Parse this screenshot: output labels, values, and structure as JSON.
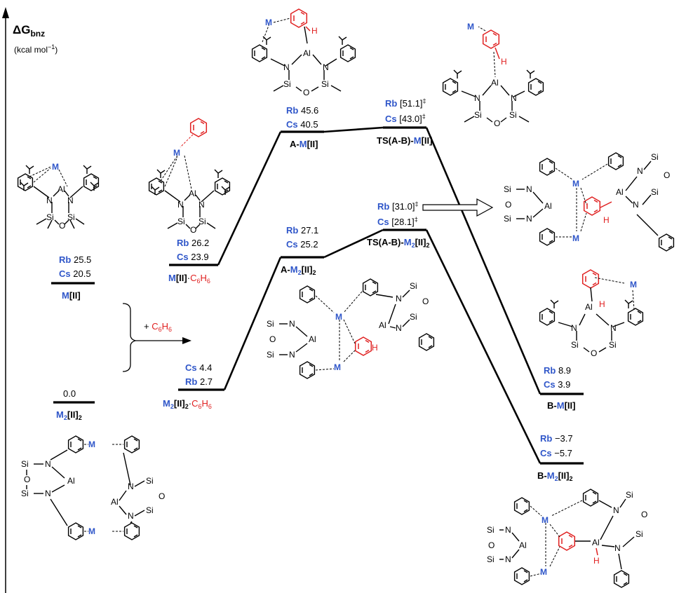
{
  "axis": {
    "title_main": "ΔG",
    "title_sub": "bnz",
    "unit": "(kcal mol",
    "unit_sup": "−1",
    "unit_close": ")"
  },
  "states": {
    "m2ii2": {
      "value": "0.0",
      "name_m": "M",
      "name_sub": "2",
      "name_bracket": "[II]",
      "name_sub2": "2"
    },
    "mii": {
      "rb_label": "Rb",
      "rb": "25.5",
      "cs_label": "Cs",
      "cs": "20.5",
      "name_m": "M",
      "name_bracket": "[II]"
    },
    "mii_c6h6": {
      "rb_label": "Rb",
      "rb": "26.2",
      "cs_label": "Cs",
      "cs": "23.9",
      "name_m": "M",
      "name_bracket": "[II]",
      "dot": "·",
      "benz": "C",
      "benz_sub1": "6",
      "benz_h": "H",
      "benz_sub2": "6"
    },
    "m2_c6h6": {
      "cs_label": "Cs",
      "cs": "4.4",
      "rb_label": "Rb",
      "rb": "2.7",
      "name_m": "M",
      "name_sub": "2",
      "name_bracket": "[II]",
      "name_sub2": "2",
      "dot": "·",
      "benz": "C",
      "benz_sub1": "6",
      "benz_h": "H",
      "benz_sub2": "6"
    },
    "a_mii": {
      "rb_label": "Rb",
      "rb": "45.6",
      "cs_label": "Cs",
      "cs": "40.5",
      "prefix": "A-",
      "name_m": "M",
      "name_bracket": "[II]"
    },
    "a_m2ii2": {
      "rb_label": "Rb",
      "rb": "27.1",
      "cs_label": "Cs",
      "cs": "25.2",
      "prefix": "A-",
      "name_m": "M",
      "name_sub": "2",
      "name_bracket": "[II]",
      "name_sub2": "2"
    },
    "ts_mii": {
      "rb_label": "Rb",
      "rb": "[51.1]",
      "cs_label": "Cs",
      "cs": "[43.0]",
      "dagger": "‡",
      "prefix": "TS(A-B)-",
      "name_m": "M",
      "name_bracket": "[II]"
    },
    "ts_m2ii2": {
      "rb_label": "Rb",
      "rb": "[31.0]",
      "cs_label": "Cs",
      "cs": "[28.1]",
      "dagger": "‡",
      "prefix": "TS(A-B)-",
      "name_m": "M",
      "name_sub": "2",
      "name_bracket": "[II]",
      "name_sub2": "2"
    },
    "b_mii": {
      "rb_label": "Rb",
      "rb": "8.9",
      "cs_label": "Cs",
      "cs": "3.9",
      "prefix": "B-",
      "name_m": "M",
      "name_bracket": "[II]"
    },
    "b_m2ii2": {
      "rb_label": "Rb",
      "rb": "−3.7",
      "cs_label": "Cs",
      "cs": "−5.7",
      "prefix": "B-",
      "name_m": "M",
      "name_sub": "2",
      "name_bracket": "[II]",
      "name_sub2": "2"
    }
  },
  "reagent": {
    "plus": "+ ",
    "benz": "C",
    "sub1": "6",
    "h": "H",
    "sub2": "6"
  },
  "atoms": {
    "al": "Al",
    "n": "N",
    "si": "Si",
    "o": "O",
    "m": "M",
    "h": "H"
  },
  "colors": {
    "metal_blue": "#2f56c9",
    "benzene_red": "#e02020",
    "line": "#000000"
  }
}
